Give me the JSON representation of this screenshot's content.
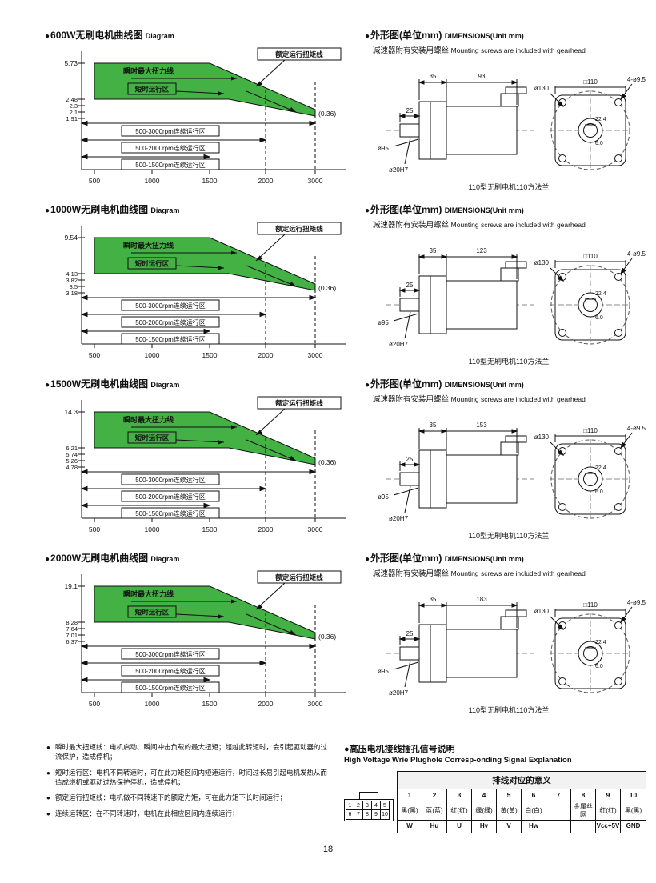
{
  "page": {
    "number": "18"
  },
  "charts": [
    {
      "bullet": "●",
      "title_cn": "600W无刷电机曲线图",
      "title_en": "Diagram",
      "type": "area",
      "max_torque": "5.73",
      "ticks": [
        "2.48",
        "2.3",
        "2.1",
        "1.91"
      ],
      "x_ticks": [
        "500",
        "1000",
        "1500",
        "2000",
        "3000"
      ],
      "right_value": "(0.36)",
      "label_max": "瞬时最大扭力线",
      "label_short": "短时运行区",
      "label_rated": "额定运行扭矩线",
      "zones": [
        "500-3000rpm连续运行区",
        "500-2000rpm连续运行区",
        "500-1500rpm连续运行区"
      ]
    },
    {
      "bullet": "●",
      "title_cn": "1000W无刷电机曲线图",
      "title_en": "Diagram",
      "type": "area",
      "max_torque": "9.54",
      "ticks": [
        "4.13",
        "3.82",
        "3.5",
        "3.18"
      ],
      "x_ticks": [
        "500",
        "1000",
        "1500",
        "2000",
        "3000"
      ],
      "right_value": "(0.36)",
      "label_max": "瞬时最大扭力线",
      "label_short": "短时运行区",
      "label_rated": "额定运行扭矩线",
      "zones": [
        "500-3000rpm连续运行区",
        "500-2000rpm连续运行区",
        "500-1500rpm连续运行区"
      ]
    },
    {
      "bullet": "●",
      "title_cn": "1500W无刷电机曲线图",
      "title_en": "Diagram",
      "type": "area",
      "max_torque": "14.3",
      "ticks": [
        "6.21",
        "5.74",
        "5.26",
        "4.78"
      ],
      "x_ticks": [
        "500",
        "1000",
        "1500",
        "2000",
        "3000"
      ],
      "right_value": "(0.36)",
      "label_max": "瞬时最大扭力线",
      "label_short": "短时运行区",
      "label_rated": "额定运行扭矩线",
      "zones": [
        "500-3000rpm连续运行区",
        "500-2000rpm连续运行区",
        "500-1500rpm连续运行区"
      ]
    },
    {
      "bullet": "●",
      "title_cn": "2000W无刷电机曲线图",
      "title_en": "Diagram",
      "type": "area",
      "max_torque": "19.1",
      "ticks": [
        "8.28",
        "7.64",
        "7.01",
        "6.37"
      ],
      "x_ticks": [
        "500",
        "1000",
        "1500",
        "2000",
        "3000"
      ],
      "right_value": "(0.36)",
      "label_max": "瞬时最大扭力线",
      "label_short": "短时运行区",
      "label_rated": "额定运行扭矩线",
      "zones": [
        "500-3000rpm连续运行区",
        "500-2000rpm连续运行区",
        "500-1500rpm连续运行区"
      ]
    }
  ],
  "dims": [
    {
      "bullet": "●",
      "title_cn": "外形图(单位mm)",
      "title_en": "DIMENSIONS(Unit mm)",
      "subtitle_cn": "减速器附有安装用螺丝",
      "subtitle_en": "Mounting screws are included with gearhead",
      "front_len": "35",
      "body_len": "93",
      "shaft_len": "25",
      "body_dia": "ø95",
      "shaft_dia": "ø20H7",
      "square": "□110",
      "bolt_circle": "ø130",
      "holes": "4-ø9.5",
      "center_h": "22.4",
      "key": "6.0",
      "caption": "110型无刷电机110方法兰"
    },
    {
      "bullet": "●",
      "title_cn": "外形图(单位mm)",
      "title_en": "DIMENSIONS(Unit mm)",
      "subtitle_cn": "减速器附有安装用螺丝",
      "subtitle_en": "Mounting screws are included with gearhead",
      "front_len": "35",
      "body_len": "123",
      "shaft_len": "25",
      "body_dia": "ø95",
      "shaft_dia": "ø20H7",
      "square": "□110",
      "bolt_circle": "ø130",
      "holes": "4-ø9.5",
      "center_h": "22.4",
      "key": "6.0",
      "caption": "110型无刷电机110方法兰"
    },
    {
      "bullet": "●",
      "title_cn": "外形图(单位mm)",
      "title_en": "DIMENSIONS(Unit mm)",
      "subtitle_cn": "减速器附有安装用螺丝",
      "subtitle_en": "Mounting screws are included with gearhead",
      "front_len": "35",
      "body_len": "153",
      "shaft_len": "25",
      "body_dia": "ø95",
      "shaft_dia": "ø20H7",
      "square": "□110",
      "bolt_circle": "ø130",
      "holes": "4-ø9.5",
      "center_h": "22.4",
      "key": "6.0",
      "caption": "110型无刷电机110方法兰"
    },
    {
      "bullet": "●",
      "title_cn": "外形图(单位mm)",
      "title_en": "DIMENSIONS(Unit mm)",
      "subtitle_cn": "减速器附有安装用螺丝",
      "subtitle_en": "Mounting screws are included with gearhead",
      "front_len": "35",
      "body_len": "183",
      "shaft_len": "25",
      "body_dia": "ø95",
      "shaft_dia": "ø20H7",
      "square": "□110",
      "bolt_circle": "ø130",
      "holes": "4-ø9.5",
      "center_h": "22.4",
      "key": "6.0",
      "caption": "110型无刷电机110方法兰"
    }
  ],
  "notes": {
    "items": [
      {
        "bullet": "●",
        "text": "瞬时最大扭矩线：电机启动、瞬间冲击负载的最大扭矩；超越此转矩时，会引起驱动器的过流保护，造成停机；"
      },
      {
        "bullet": "●",
        "text": "短时运行区：电机不同转速时，可在此力矩区间内短速运行，时间过长易引起电机发热从而造成烧机或驱动过热保护停机，造成停机；"
      },
      {
        "bullet": "●",
        "text": "额定运行扭矩线：电机做不同转速下的额定力矩，可在此力矩下长时间运行；"
      },
      {
        "bullet": "●",
        "text": "连续运转区：在不同转速时，电机在此相应区间内连续运行；"
      }
    ]
  },
  "wiring": {
    "bullet": "●",
    "title_cn": "高压电机接线插孔信号说明",
    "title_en": "High Voltage Wrie Plughole Corresp-onding Signal Explanation",
    "table_title": "排线对应的意义",
    "pins": [
      "1",
      "2",
      "3",
      "4",
      "5",
      "6",
      "7",
      "8",
      "9",
      "10"
    ],
    "colors": [
      "黑(黑)",
      "蓝(蓝)",
      "红(红)",
      "绿(绿)",
      "黄(黄)",
      "白(白)",
      "",
      "金属丝网",
      "红(红)",
      "黑(黑)"
    ],
    "signals": [
      "W",
      "Hu",
      "U",
      "Hv",
      "V",
      "Hw",
      "",
      "",
      "Vcc+5V",
      "GND"
    ],
    "connector_top": [
      "1",
      "2",
      "3",
      "4",
      "5"
    ],
    "connector_bottom": [
      "6",
      "7",
      "8",
      "9",
      "10"
    ]
  }
}
